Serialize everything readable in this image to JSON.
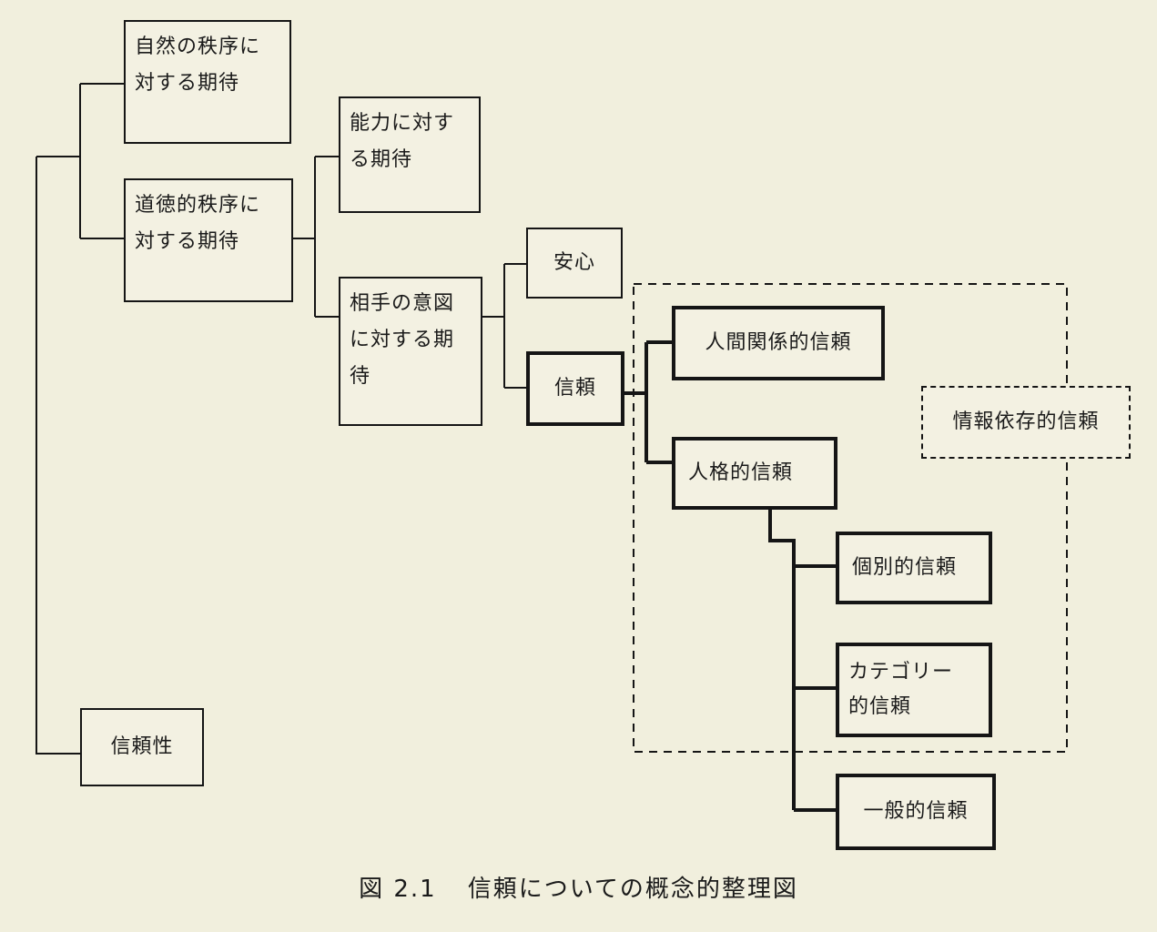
{
  "nodes": {
    "shizen": "自然の秩序に\n対する期待",
    "doutoku": "道徳的秩序に\n対する期待",
    "nouryoku": "能力に対す\nる期待",
    "aite": "相手の意図\nに対する期\n待",
    "anshin": "安心",
    "shinrai": "信頼",
    "shinraisei": "信頼性",
    "ningen": "人間関係的信頼",
    "joho": "情報依存的信頼",
    "jinkaku": "人格的信頼",
    "kobetsu": "個別的信頼",
    "category": "カテゴリー\n的信頼",
    "ippan": "一般的信頼"
  },
  "caption": {
    "figure_number": "図 2.1",
    "title": "信頼についての概念的整理図"
  }
}
